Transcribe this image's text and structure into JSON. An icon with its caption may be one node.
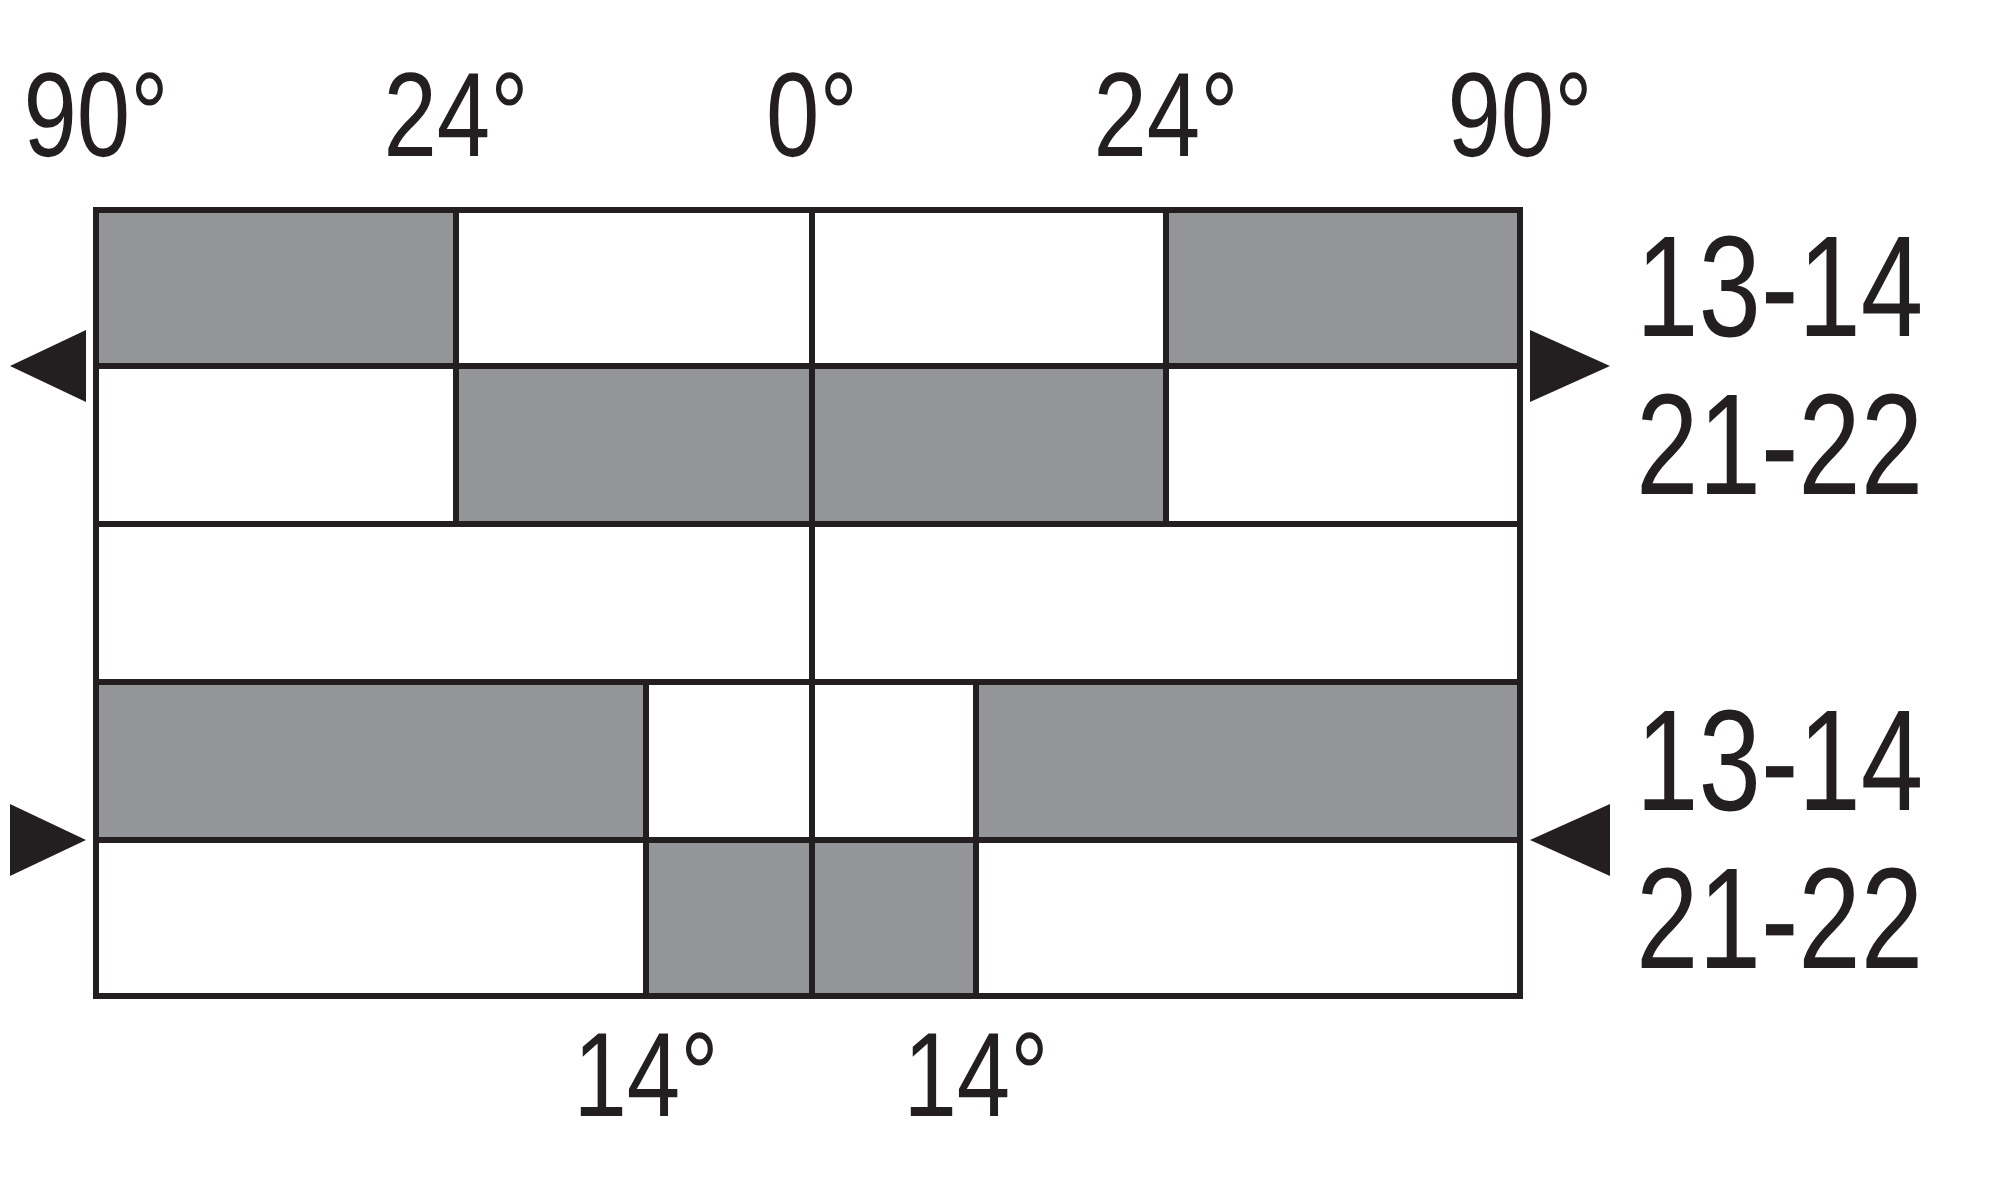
{
  "diagram": {
    "labels": [
      "90°",
      "24°",
      "0°",
      "24°",
      "90°",
      "13-14",
      "21-22",
      "13-14",
      "21-22",
      "14°",
      "14°"
    ]
  }
}
